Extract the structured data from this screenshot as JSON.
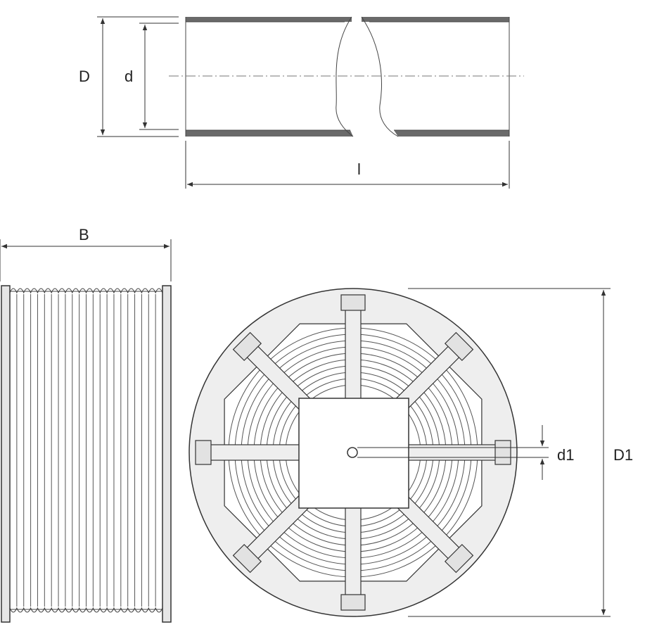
{
  "labels": {
    "outer_diameter": "D",
    "inner_diameter": "d",
    "length": "l",
    "drum_width": "B",
    "hub_bore": "d1",
    "drum_diameter": "D1"
  },
  "colors": {
    "line": "#333333",
    "pipe_wall": "#6a6a6a",
    "drum_fill": "#eeeeee",
    "panel": "#ffffff"
  }
}
